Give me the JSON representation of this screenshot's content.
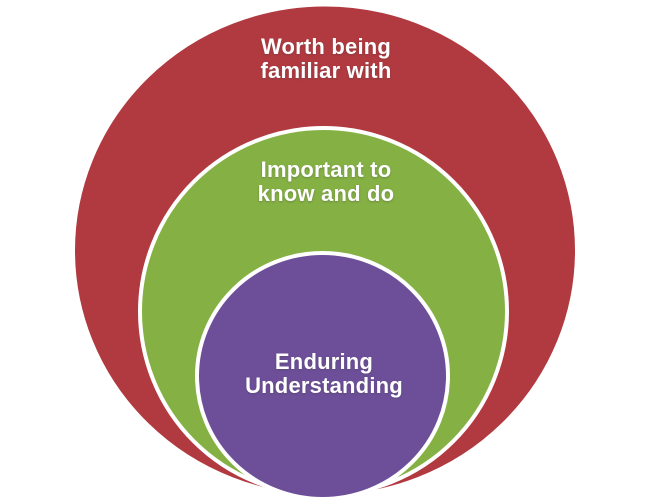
{
  "diagram": {
    "type": "nested-circles",
    "background_color": "#ffffff",
    "ring_border_color": "#ffffff",
    "rings": [
      {
        "label": "Worth being familiar with",
        "line1": "Worth being",
        "line2": "familiar with",
        "color": "#b13a40",
        "text_color": "#ffffff"
      },
      {
        "label": "Important to know and do",
        "line1": "Important to",
        "line2": "know and do",
        "color": "#85b144",
        "text_color": "#ffffff"
      },
      {
        "label": "Enduring Understanding",
        "line1": "Enduring",
        "line2": "Understanding",
        "color": "#6d4f99",
        "text_color": "#ffffff"
      }
    ]
  }
}
